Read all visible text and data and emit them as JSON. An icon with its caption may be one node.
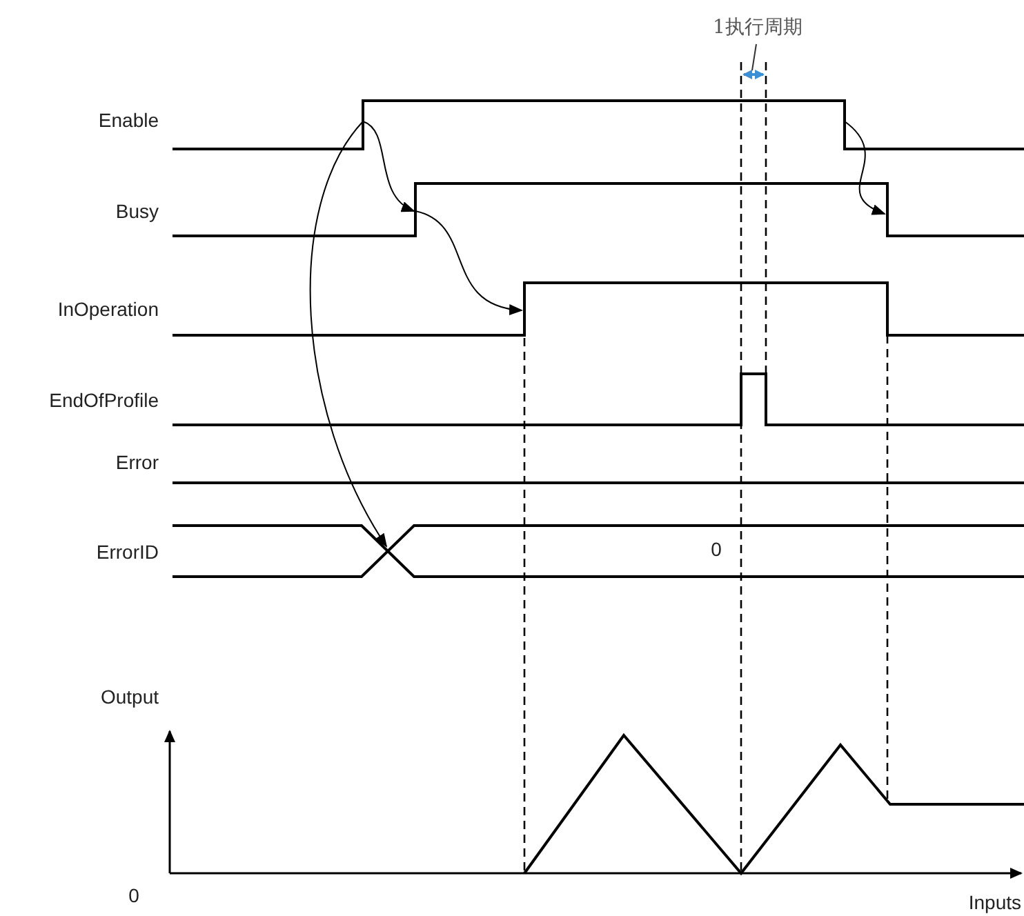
{
  "diagram": {
    "nodes": [
      {
        "text": [
          "1执行周期"
        ]
      },
      {
        "text": [],
        "shape": "bar"
      }
    ],
    "edges": [
      {
        "from": 0,
        "to": 1,
        "arrow": "none"
      }
    ],
    "labels": [
      "Enable",
      "Busy",
      "InOperation",
      "EndOfProfile",
      "Error",
      "ErrorID",
      "0",
      "Output",
      "0",
      "Inputs"
    ]
  }
}
